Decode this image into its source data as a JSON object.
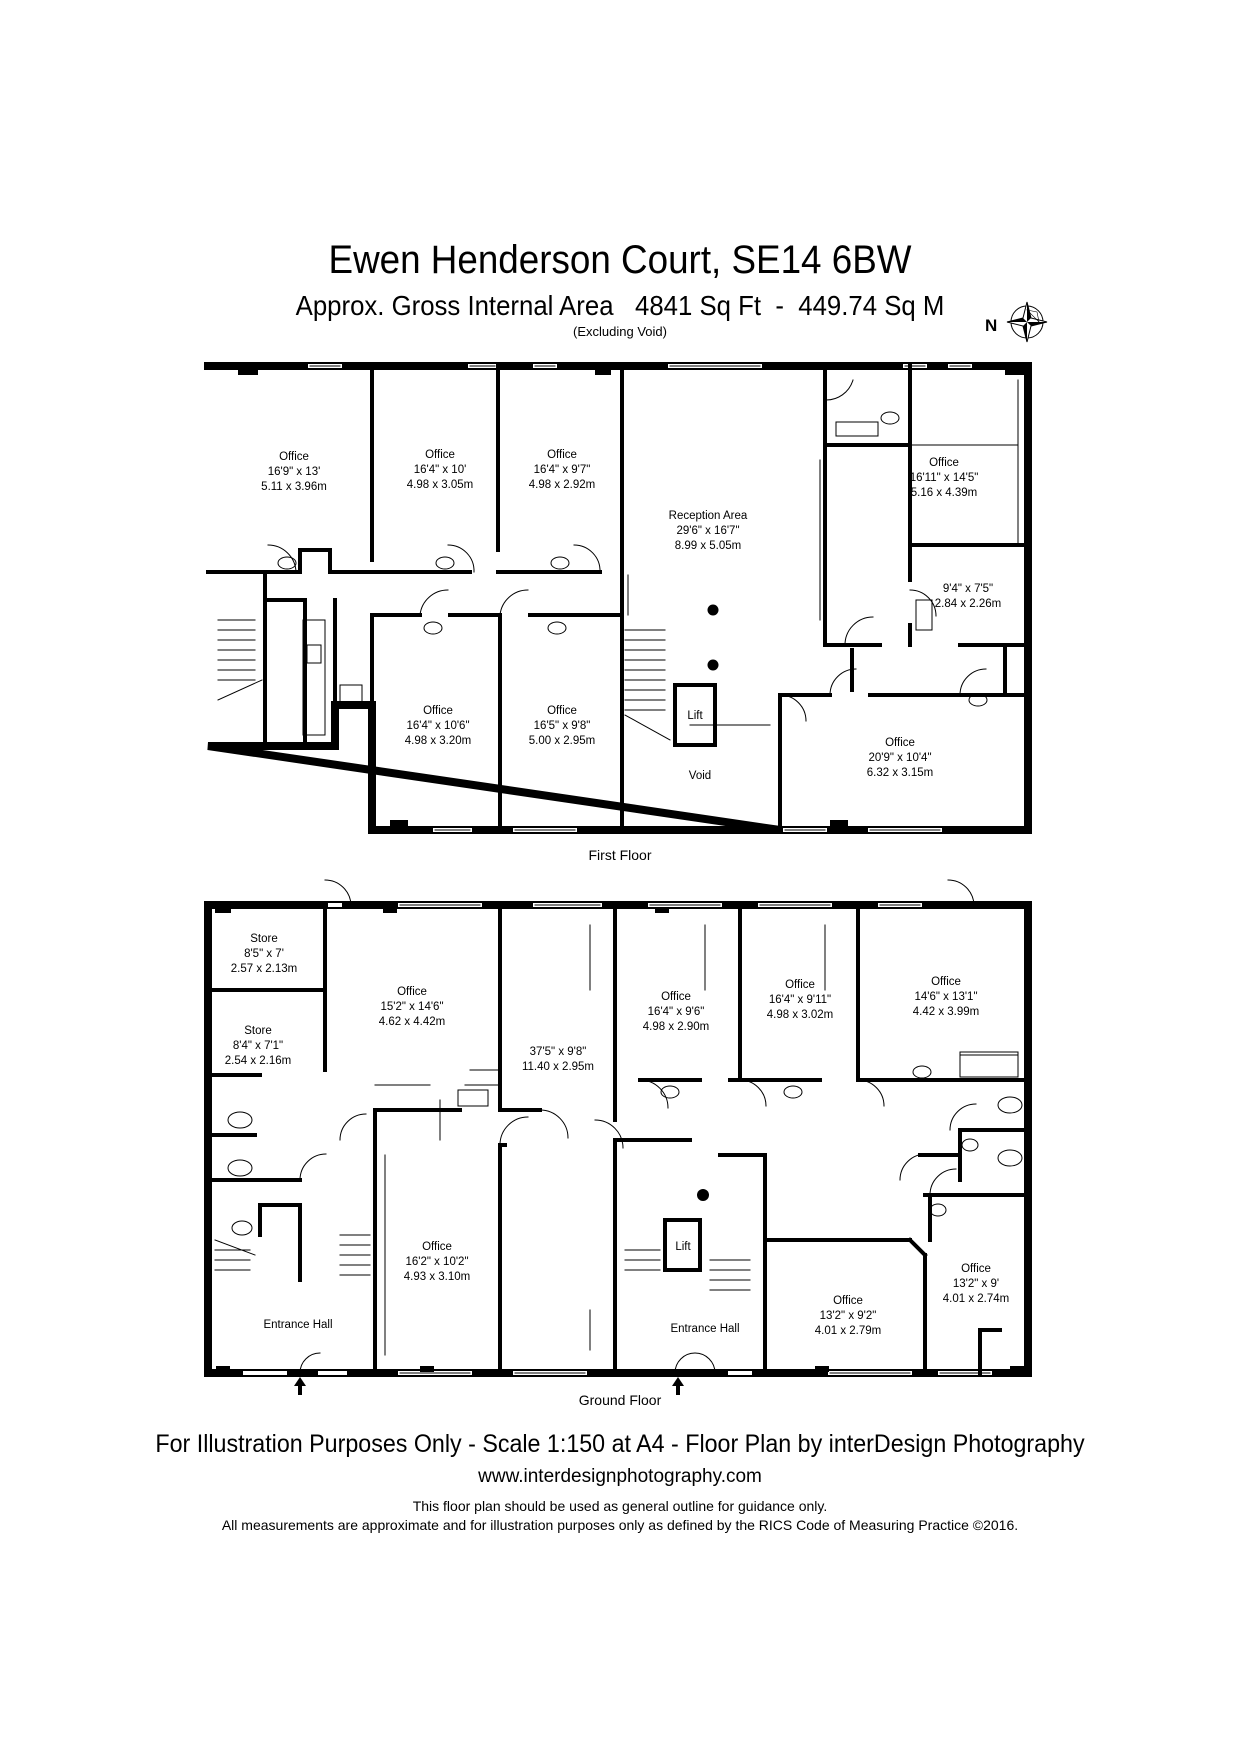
{
  "header": {
    "title": "Ewen Henderson Court, SE14 6BW",
    "area_label": "Approx. Gross Internal Area",
    "area_sqft": "4841 Sq Ft",
    "area_sep": "-",
    "area_sqm": "449.74 Sq M",
    "excluding": "(Excluding Void)"
  },
  "compass": {
    "label": "N"
  },
  "first_floor": {
    "name": "First Floor",
    "rooms": [
      {
        "name": "Office",
        "dims": "16'9\" x 13'",
        "metric": "5.11 x 3.96m"
      },
      {
        "name": "Office",
        "dims": "16'4\" x 10'",
        "metric": "4.98 x 3.05m"
      },
      {
        "name": "Office",
        "dims": "16'4\" x 9'7\"",
        "metric": "4.98 x 2.92m"
      },
      {
        "name": "Reception Area",
        "dims": "29'6\" x 16'7\"",
        "metric": "8.99 x 5.05m"
      },
      {
        "name": "Office",
        "dims": "16'11\" x 14'5\"",
        "metric": "5.16 x 4.39m"
      },
      {
        "name": "",
        "dims": "9'4\" x 7'5\"",
        "metric": "2.84 x 2.26m"
      },
      {
        "name": "Office",
        "dims": "16'4\" x 10'6\"",
        "metric": "4.98 x 3.20m"
      },
      {
        "name": "Office",
        "dims": "16'5\" x 9'8\"",
        "metric": "5.00 x 2.95m"
      },
      {
        "name": "Office",
        "dims": "20'9\" x 10'4\"",
        "metric": "6.32 x 3.15m"
      }
    ],
    "lift": "Lift",
    "void": "Void"
  },
  "ground_floor": {
    "name": "Ground Floor",
    "rooms": [
      {
        "name": "Store",
        "dims": "8'5\" x 7'",
        "metric": "2.57 x 2.13m"
      },
      {
        "name": "Store",
        "dims": "8'4\" x 7'1\"",
        "metric": "2.54 x 2.16m"
      },
      {
        "name": "Office",
        "dims": "15'2\" x 14'6\"",
        "metric": "4.62 x 4.42m"
      },
      {
        "name": "",
        "dims": "37'5\" x 9'8\"",
        "metric": "11.40 x 2.95m"
      },
      {
        "name": "Office",
        "dims": "16'4\" x 9'6\"",
        "metric": "4.98 x 2.90m"
      },
      {
        "name": "Office",
        "dims": "16'4\" x 9'11\"",
        "metric": "4.98 x 3.02m"
      },
      {
        "name": "Office",
        "dims": "14'6\" x 13'1\"",
        "metric": "4.42 x 3.99m"
      },
      {
        "name": "Office",
        "dims": "16'2\" x 10'2\"",
        "metric": "4.93 x 3.10m"
      },
      {
        "name": "Office",
        "dims": "13'2\" x 9'2\"",
        "metric": "4.01 x 2.79m"
      },
      {
        "name": "Office",
        "dims": "13'2\" x 9'",
        "metric": "4.01 x 2.74m"
      }
    ],
    "entrance_left": "Entrance Hall",
    "entrance_right": "Entrance Hall",
    "lift": "Lift"
  },
  "footer": {
    "line1": "For Illustration Purposes Only - Scale 1:150 at A4 - Floor Plan by interDesign Photography",
    "line2": "www.interdesignphotography.com",
    "line3": "This floor plan should be used as general outline for guidance only.",
    "line4": "All measurements are approximate and for illustration purposes only as defined by the RICS Code of Measuring Practice ©2016."
  }
}
